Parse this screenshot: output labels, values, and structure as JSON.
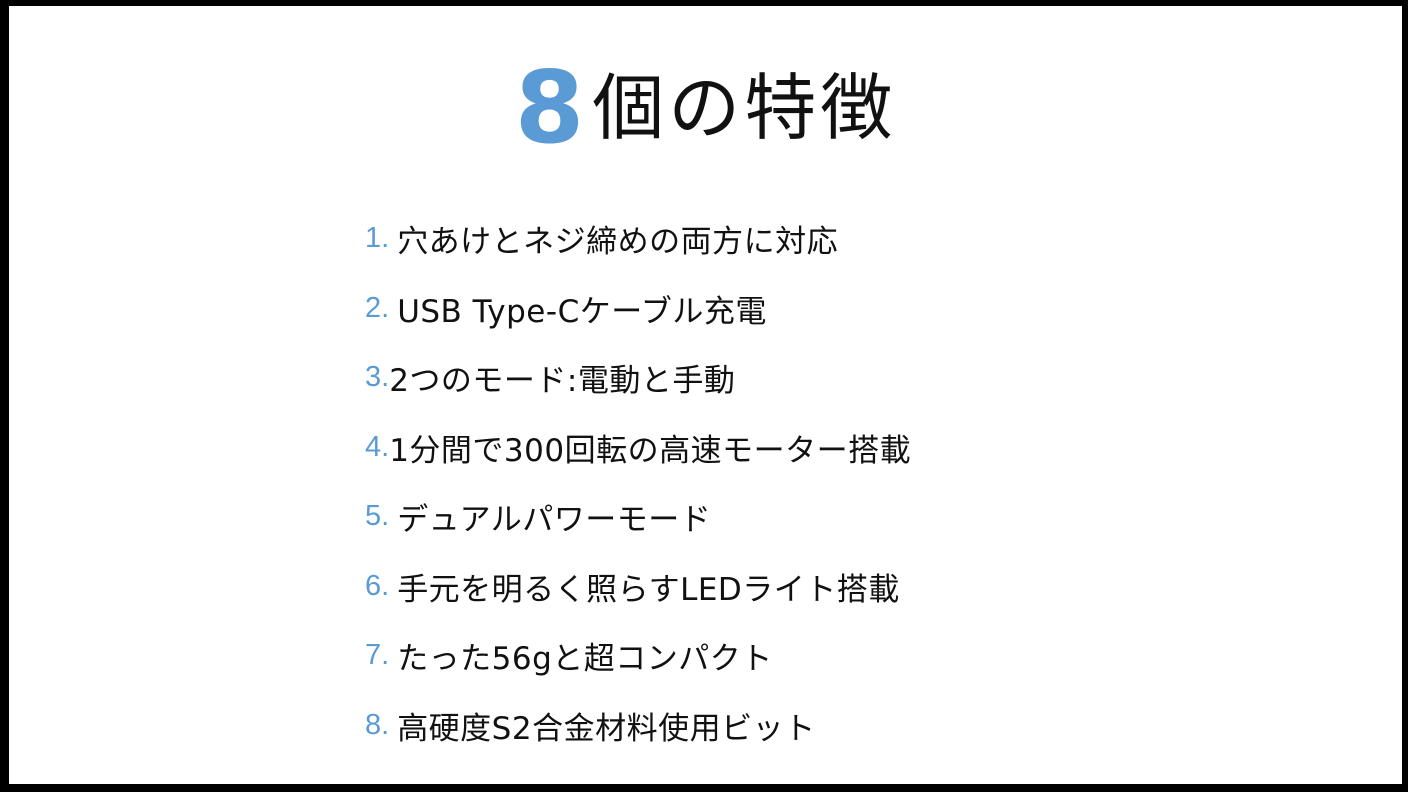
{
  "title": {
    "number": "8",
    "text": "個の特徴"
  },
  "colors": {
    "accent": "#5b9bd5",
    "text": "#111111",
    "background": "#ffffff",
    "frame": "#000000"
  },
  "features": [
    {
      "num": "1.",
      "text": "穴あけとネジ締めの両方に対応"
    },
    {
      "num": "2.",
      "text": "USB Type-Cケーブル充電"
    },
    {
      "num": "3.",
      "text": "2つのモード:電動と手動"
    },
    {
      "num": "4.",
      "text": "1分間で300回転の高速モーター搭載"
    },
    {
      "num": "5.",
      "text": "デュアルパワーモード"
    },
    {
      "num": "6.",
      "text": "手元を明るく照らすLEDライト搭載"
    },
    {
      "num": "7.",
      "text": "たった56gと超コンパクト"
    },
    {
      "num": "8.",
      "text": "高硬度S2合金材料使用ビット"
    }
  ]
}
